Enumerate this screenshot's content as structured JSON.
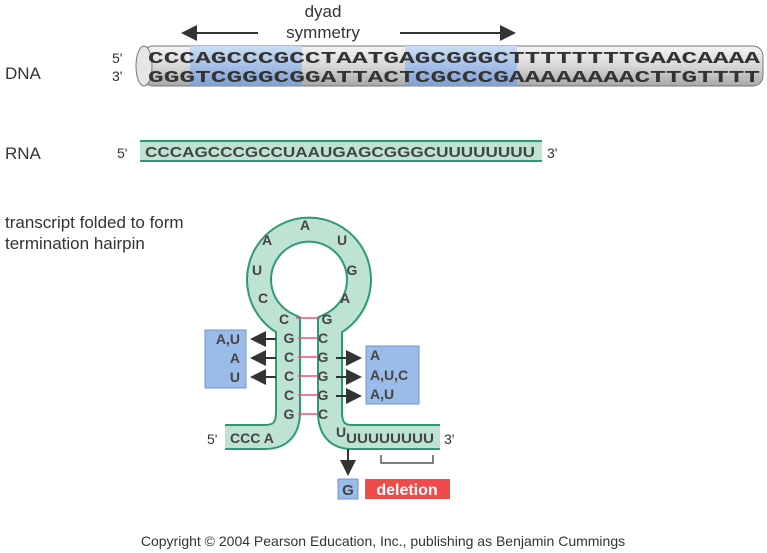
{
  "labels": {
    "dna": "DNA",
    "rna": "RNA",
    "folded_line1": "transcript folded to form",
    "folded_line2": "termination hairpin",
    "dyad1": "dyad",
    "dyad2": "symmetry",
    "copyright": "Copyright © 2004 Pearson Education, Inc., publishing as Benjamin Cummings"
  },
  "dna": {
    "top_prime": "5'",
    "bottom_prime": "3'",
    "top": "CCCAGCCCGCCTAATGAGCGGGCTTTTTTTTGAACAAAA",
    "bottom": "GGGTCGGGCGGATTACTCGCCCGAAAAAAAACTTGTTTT"
  },
  "rna": {
    "prime5": "5'",
    "prime3": "3'",
    "seq": "CCCAGCCCGCCUAAUGAGCGGGCUUUUUUUU"
  },
  "hairpin": {
    "loop": [
      "A",
      "A",
      "U",
      "U",
      "G",
      "C",
      "A",
      "C",
      "G"
    ],
    "stem_left": [
      "G",
      "C",
      "C",
      "C",
      "G"
    ],
    "stem_right": [
      "C",
      "G",
      "G",
      "G",
      "C"
    ],
    "prime5": "5'",
    "tail5": "CCC A",
    "tail3": "UUUUUUUU",
    "prime3": "3'",
    "tail3_first": "U",
    "left_mut": [
      "A,U",
      "A",
      "U"
    ],
    "right_mut": [
      "A",
      "A,U,C",
      "A,U"
    ],
    "g_mut": "G",
    "deletion": "deletion"
  },
  "colors": {
    "blue": "#9bbbe8",
    "green": "#bfe3d3",
    "green_edge": "#2e9a73",
    "red": "#ef4b4b",
    "pink": "#e8507a"
  }
}
